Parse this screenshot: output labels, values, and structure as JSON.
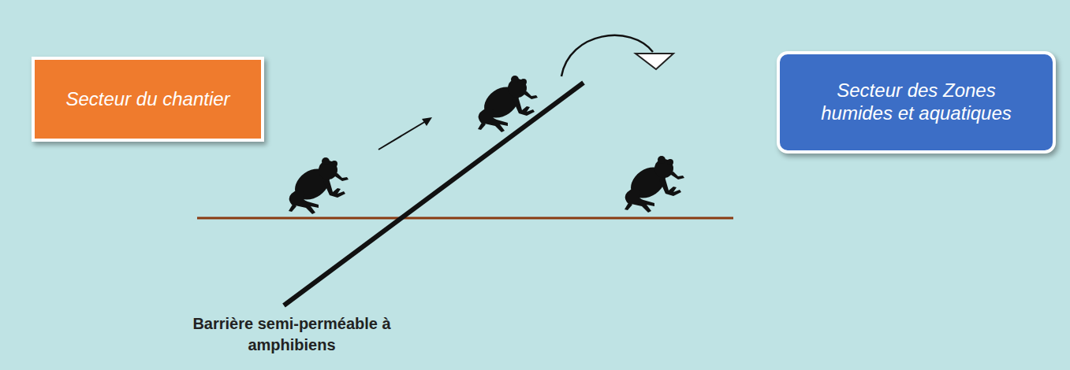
{
  "diagram": {
    "nodes": [
      {
        "text": [
          "Secteur du chantier"
        ]
      },
      {
        "text": [
          "Secteur des Zones humides et aquatiques"
        ]
      }
    ],
    "labels": [
      "Barrière semi-perméable à amphibiens"
    ]
  }
}
